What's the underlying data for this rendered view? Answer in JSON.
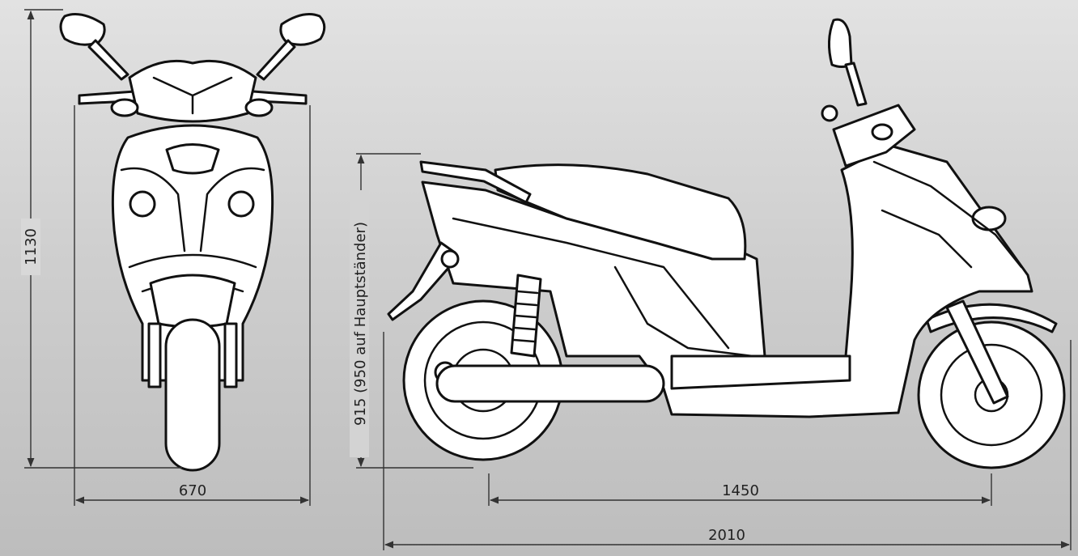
{
  "dimensions": {
    "total_height": "1130",
    "width": "670",
    "seat_height": "915 (950 auf Hauptständer)",
    "wheelbase": "1450",
    "total_length": "2010"
  },
  "colors": {
    "background": "#cfcfcf",
    "line": "#111111",
    "fill": "#ffffff"
  }
}
